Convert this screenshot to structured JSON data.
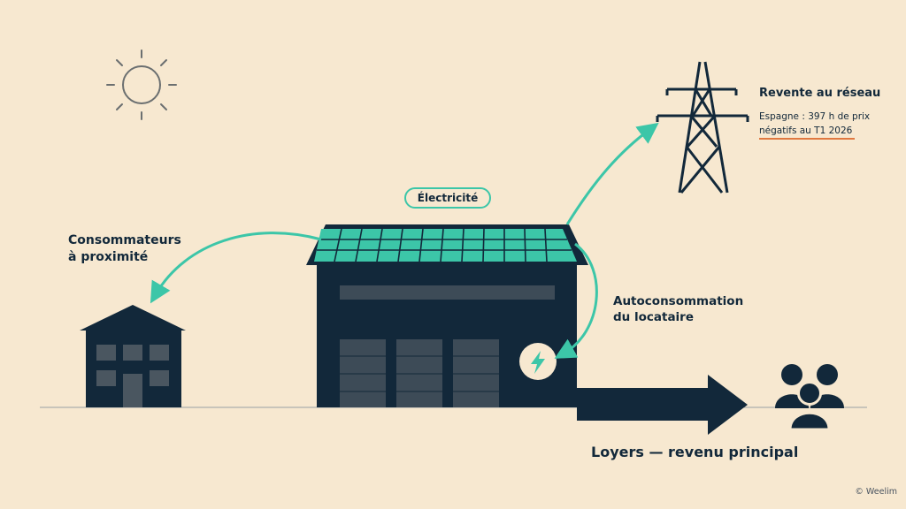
{
  "labels": {
    "electricity": "Électricité",
    "consumers_line1": "Consommateurs",
    "consumers_line2": "à proximité",
    "self_line1": "Autoconsommation",
    "self_line2": "du locataire",
    "resale_title": "Revente au réseau",
    "resale_note_line1": "Espagne : 397 h de prix",
    "resale_note_line2": "négatifs au T1 2026",
    "rent": "Loyers — revenu principal",
    "copyright": "© Weelim"
  },
  "colors": {
    "background": "#f7e8d0",
    "navy": "#12283a",
    "accent": "#3cc6a8",
    "underline": "#e07840"
  },
  "icons": [
    "sun-icon",
    "power-pylon-icon",
    "lightning-icon",
    "people-group-icon"
  ]
}
